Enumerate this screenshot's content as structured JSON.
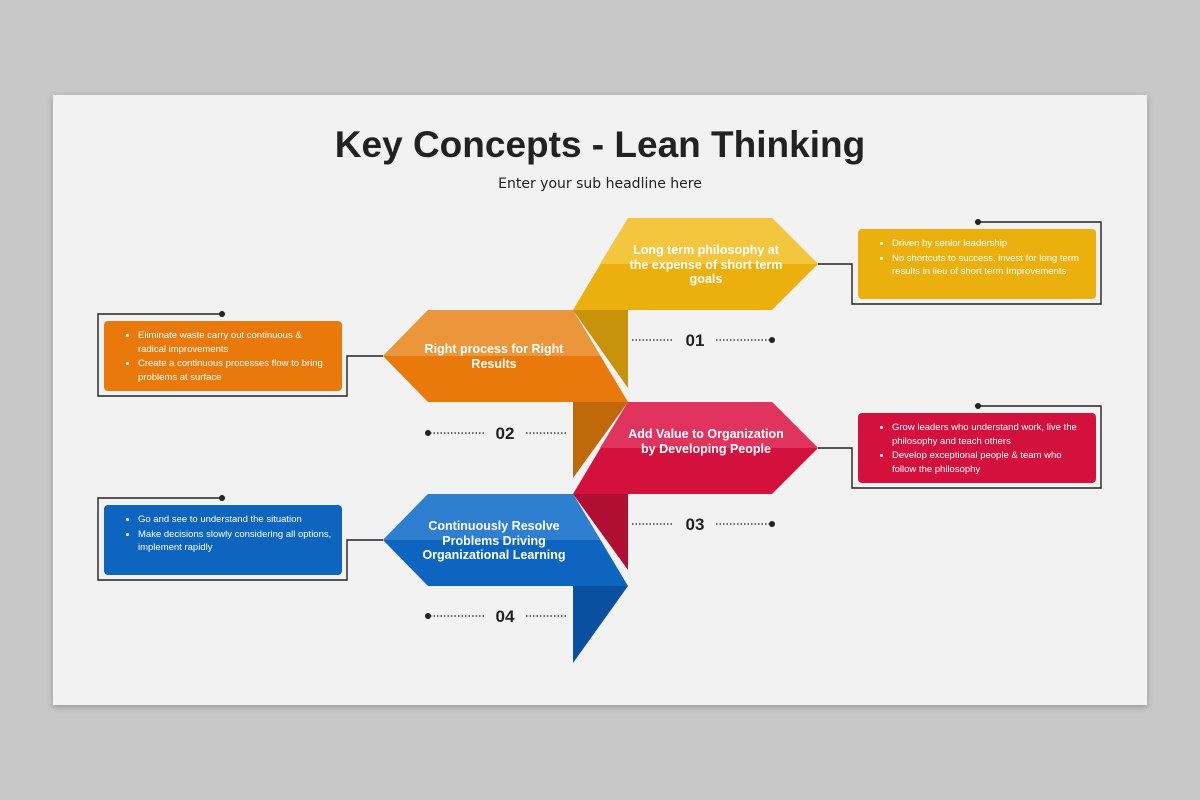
{
  "title": "Key Concepts - Lean Thinking",
  "subtitle": "Enter your sub headline here",
  "colors": {
    "yellow": "#EBB00E",
    "orange": "#E8790A",
    "red": "#D4113C",
    "blue": "#0E65C0",
    "background": "#F2F2F2"
  },
  "items": [
    {
      "number": "01",
      "label": "Long term philosophy at the expense of short term goals",
      "bullets": [
        "Driven by senior leadership",
        "No shortcuts to success, invest for long term results in lieu of short term Improvements"
      ]
    },
    {
      "number": "02",
      "label": "Right process for Right Results",
      "bullets": [
        "Eliminate waste carry out continuous & radical improvements",
        "Create a continuous processes flow to bring problems at surface"
      ]
    },
    {
      "number": "03",
      "label": "Add Value to Organization by Developing People",
      "bullets": [
        "Grow leaders who understand work, live the philosophy and teach others",
        "Develop exceptional people & team who follow the philosophy"
      ]
    },
    {
      "number": "04",
      "label": "Continuously Resolve Problems Driving Organizational Learning",
      "bullets": [
        "Go and see to understand the situation",
        "Make decisions slowly considering all options, implement rapidly"
      ]
    }
  ]
}
